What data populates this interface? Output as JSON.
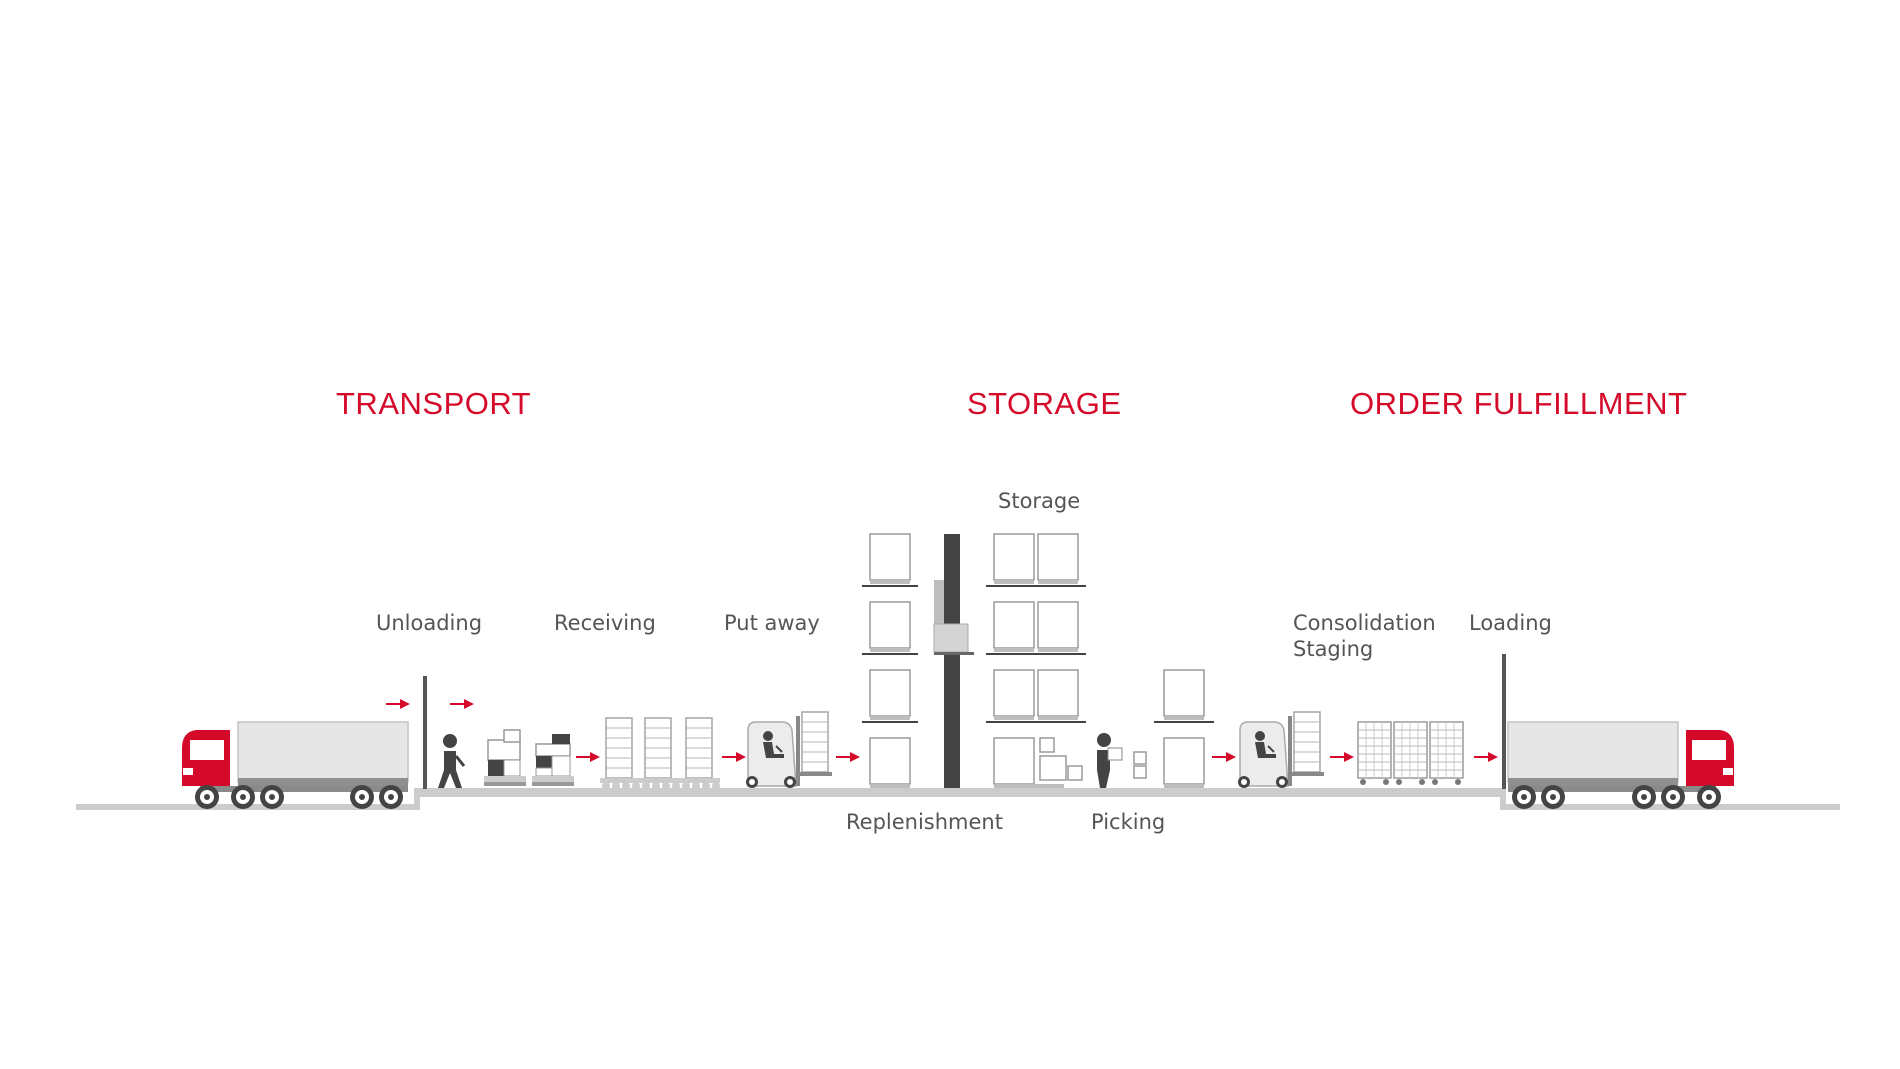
{
  "sections": {
    "transport": "TRANSPORT",
    "storage": "STORAGE",
    "order_fulfillment": "ORDER FULFILLMENT"
  },
  "steps": {
    "unloading": "Unloading",
    "receiving": "Receiving",
    "put_away": "Put away",
    "storage": "Storage",
    "replenishment": "Replenishment",
    "picking": "Picking",
    "consolidation": "Consolidation",
    "staging": "Staging",
    "loading": "Loading"
  },
  "colors": {
    "accent": "#d50a2a",
    "text": "#555555",
    "floor": "#cccccc",
    "dark": "#444444",
    "light_box": "#e6e6e6"
  }
}
